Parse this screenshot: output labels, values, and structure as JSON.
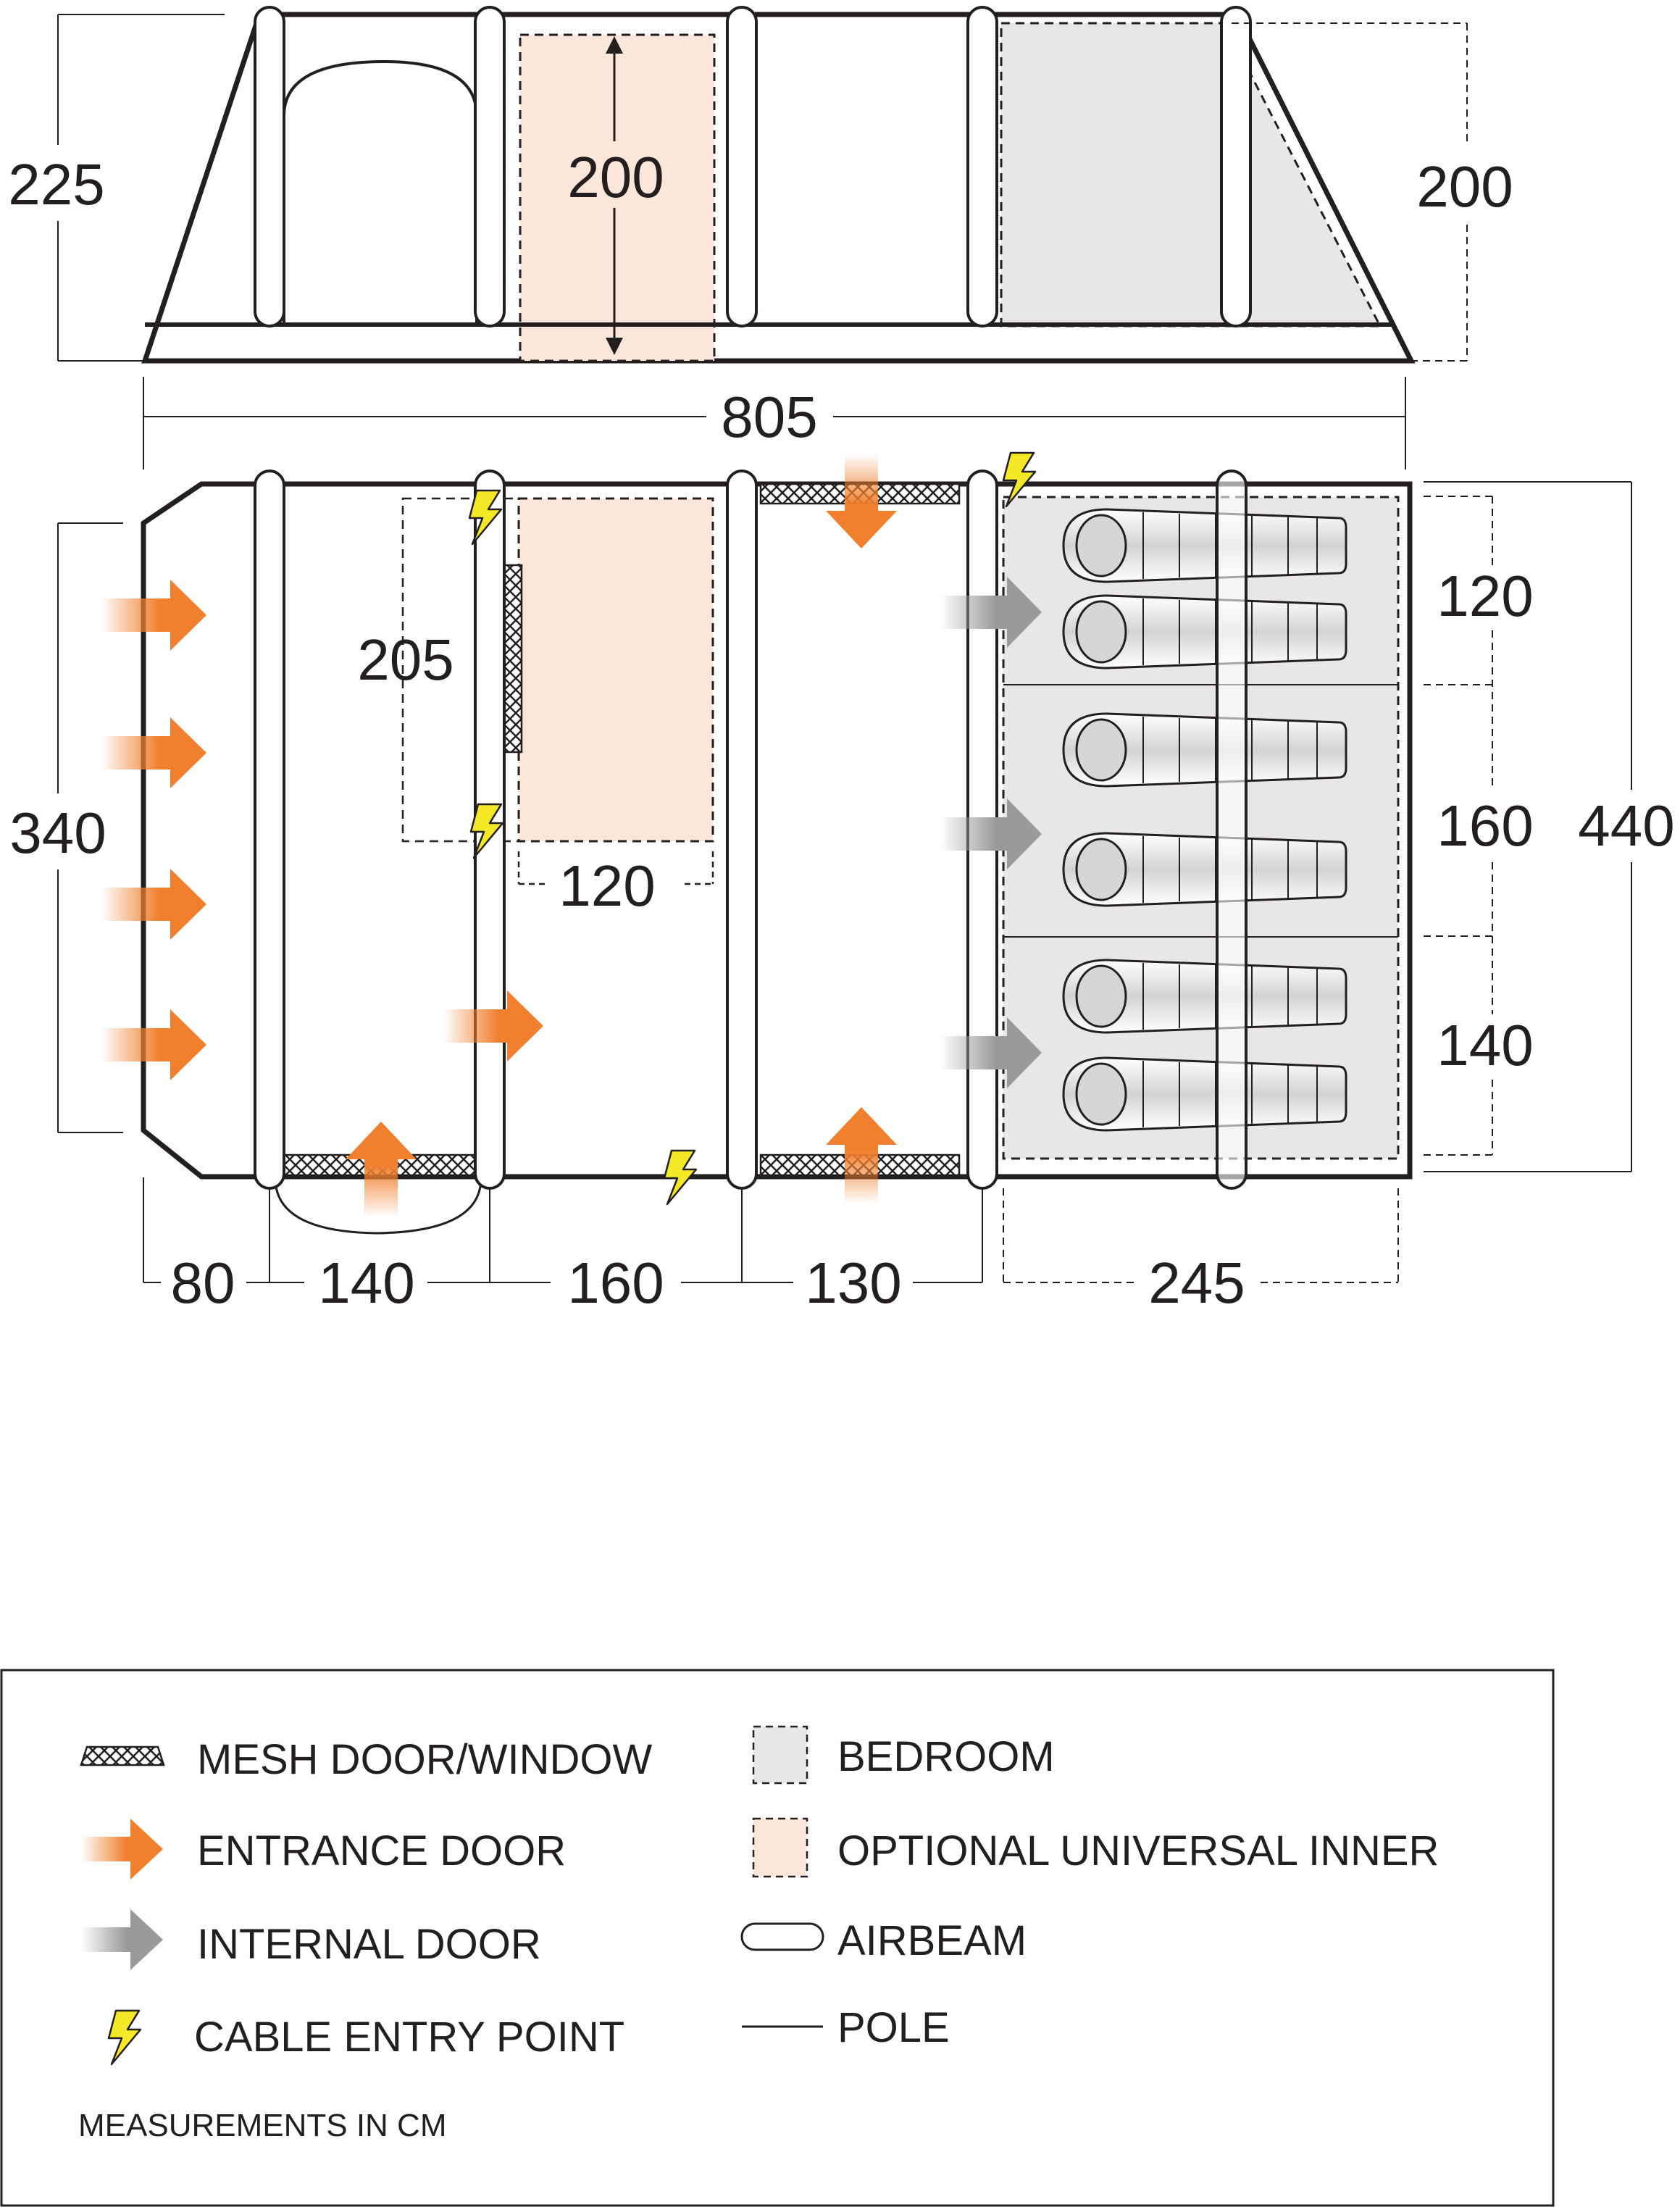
{
  "dimensions": {
    "height_total": "225",
    "inner_height_center": "200",
    "inner_height_bedroom": "200",
    "length_total": "805",
    "universal_inner_length": "205",
    "universal_inner_width": "120",
    "front_depth": "340",
    "width_total": "440",
    "bedroom_1": "120",
    "bedroom_2": "160",
    "bedroom_3": "140",
    "section_1": "80",
    "section_2": "140",
    "section_3": "160",
    "section_4": "130",
    "section_5": "245"
  },
  "legend": {
    "mesh": "MESH DOOR/WINDOW",
    "entrance": "ENTRANCE DOOR",
    "internal": "INTERNAL DOOR",
    "cable": "CABLE ENTRY POINT",
    "bedroom": "BEDROOM",
    "universal": "OPTIONAL UNIVERSAL INNER",
    "airbeam": "AIRBEAM",
    "pole": "POLE",
    "note": "MEASUREMENTS IN CM"
  },
  "colors": {
    "orange": "#f07f2e",
    "grey_arrow": "#9a9a9a",
    "bedroom_fill": "#e8e6e6",
    "universal_fill": "#fbe6da",
    "cable_yellow": "#f5e826",
    "outline": "#231f20"
  }
}
